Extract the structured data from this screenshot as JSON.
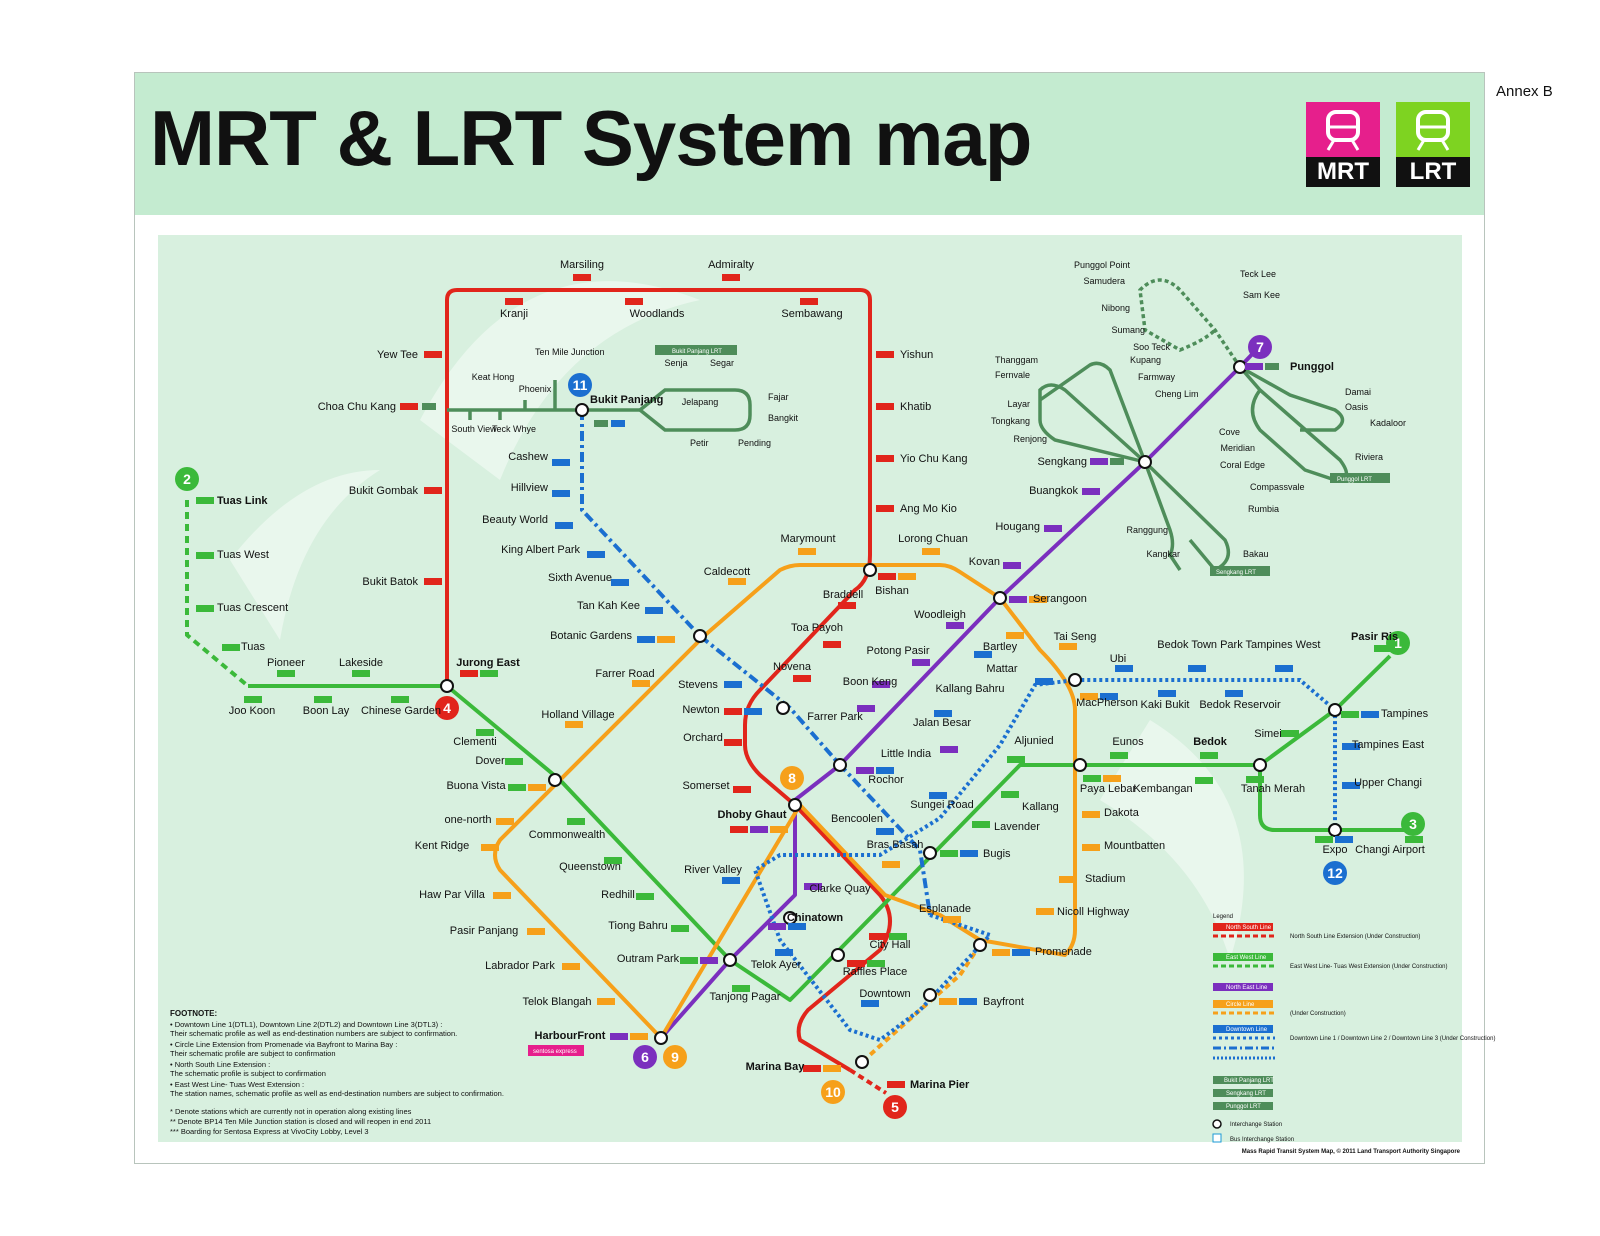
{
  "annex": "Annex B",
  "title": "MRT & LRT System map",
  "logos": {
    "mrt": "MRT",
    "lrt": "LRT"
  },
  "colors": {
    "ns": "#e1251b",
    "ew": "#3bb93a",
    "ne": "#7b2fbe",
    "cc": "#f6a01a",
    "dt": "#1b6fd0",
    "lrt": "#4e8d5a",
    "tel": "#9d5b1c",
    "pink": "#e61f8c",
    "lime": "#7ed321",
    "panel": "#d8f0df",
    "band": "#c4ebd0"
  },
  "line_numbers": [
    {
      "id": "n1",
      "label": "1",
      "color": "ew"
    },
    {
      "id": "n2",
      "label": "2",
      "color": "ew"
    },
    {
      "id": "n3",
      "label": "3",
      "color": "ew"
    },
    {
      "id": "n4",
      "label": "4",
      "color": "ns"
    },
    {
      "id": "n5",
      "label": "5",
      "color": "ns"
    },
    {
      "id": "n6",
      "label": "6",
      "color": "ne"
    },
    {
      "id": "n7",
      "label": "7",
      "color": "ne"
    },
    {
      "id": "n8",
      "label": "8",
      "color": "cc"
    },
    {
      "id": "n9",
      "label": "9",
      "color": "cc"
    },
    {
      "id": "n10",
      "label": "10",
      "color": "cc"
    },
    {
      "id": "n11",
      "label": "11",
      "color": "dt"
    },
    {
      "id": "n12",
      "label": "12",
      "color": "dt"
    }
  ],
  "stations": {
    "marsiling": "Marsiling",
    "admiralty": "Admiralty",
    "kranji": "Kranji",
    "woodlands": "Woodlands",
    "sembawang": "Sembawang",
    "yew_tee": "Yew Tee",
    "yishun": "Yishun",
    "khatib": "Khatib",
    "yio_chu_kang": "Yio Chu Kang",
    "ang_mo_kio": "Ang Mo Kio",
    "choa_chu_kang": "Choa Chu Kang",
    "bukit_gombak": "Bukit Gombak",
    "bukit_batok": "Bukit Batok",
    "ten_mile": "Ten Mile Junction",
    "keat_hong": "Keat Hong",
    "phoenix": "Phoenix",
    "south_view": "South View",
    "teck_whye": "Teck Whye",
    "bukit_panjang": "Bukit Panjang",
    "senja": "Senja",
    "segar": "Segar",
    "jelapang": "Jelapang",
    "fajar": "Fajar",
    "bangkit": "Bangkit",
    "petir": "Petir",
    "pending": "Pending",
    "bp_lrt": "Bukit Panjang LRT",
    "cashew": "Cashew",
    "hillview": "Hillview",
    "beauty_world": "Beauty World",
    "king_albert_park": "King Albert Park",
    "sixth_avenue": "Sixth Avenue",
    "tan_kah_kee": "Tan Kah Kee",
    "botanic_gardens": "Botanic Gardens",
    "stevens": "Stevens",
    "newton": "Newton",
    "orchard": "Orchard",
    "somerset": "Somerset",
    "dhoby_ghaut": "Dhoby Ghaut",
    "city_hall": "City Hall",
    "raffles_place": "Raffles Place",
    "marina_bay": "Marina Bay",
    "marina_pier": "Marina Pier",
    "marymount": "Marymount",
    "caldecott": "Caldecott",
    "braddell": "Braddell",
    "bishan": "Bishan",
    "lorong_chuan": "Lorong Chuan",
    "toa_payoh": "Toa Payoh",
    "novena": "Novena",
    "farrer_road": "Farrer Road",
    "holland_village": "Holland Village",
    "buona_vista": "Buona Vista",
    "one_north": "one-north",
    "kent_ridge": "Kent Ridge",
    "haw_par_villa": "Haw Par Villa",
    "pasir_panjang": "Pasir Panjang",
    "labrador_park": "Labrador Park",
    "telok_blangah": "Telok Blangah",
    "harbourfront": "HarbourFront",
    "sentosa": "sentosa express",
    "tuas_link": "Tuas Link",
    "tuas_west": "Tuas West",
    "tuas_crescent": "Tuas Crescent",
    "tuas": "Tuas",
    "pioneer": "Pioneer",
    "lakeside": "Lakeside",
    "joo_koon": "Joo Koon",
    "boon_lay": "Boon Lay",
    "chinese_garden": "Chinese Garden",
    "jurong_east": "Jurong East",
    "clementi": "Clementi",
    "dover": "Dover",
    "commonwealth": "Commonwealth",
    "queenstown": "Queenstown",
    "redhill": "Redhill",
    "tiong_bahru": "Tiong Bahru",
    "outram_park": "Outram Park",
    "tanjong_pagar": "Tanjong Pagar",
    "chinatown": "Chinatown",
    "clarke_quay": "Clarke Quay",
    "telok_ayer": "Telok Ayer",
    "river_valley": "River Valley",
    "downtown": "Downtown",
    "bayfront": "Bayfront",
    "esplanade": "Esplanade",
    "promenade": "Promenade",
    "nicoll_highway": "Nicoll Highway",
    "stadium": "Stadium",
    "mountbatten": "Mountbatten",
    "dakota": "Dakota",
    "paya_lebar": "Paya Lebar",
    "macpherson": "MacPherson",
    "tai_seng": "Tai Seng",
    "bartley": "Bartley",
    "serangoon": "Serangoon",
    "woodleigh": "Woodleigh",
    "potong_pasir": "Potong Pasir",
    "boon_keng": "Boon Keng",
    "farrer_park": "Farrer Park",
    "little_india": "Little India",
    "rochor": "Rochor",
    "bencoolen": "Bencoolen",
    "bras_basah": "Bras Basah",
    "bugis": "Bugis",
    "lavender": "Lavender",
    "kallang": "Kallang",
    "aljunied": "Aljunied",
    "eunos": "Eunos",
    "kembangan": "Kembangan",
    "bedok": "Bedok",
    "tanah_merah": "Tanah Merah",
    "simei": "Simei",
    "tampines": "Tampines",
    "pasir_ris": "Pasir Ris",
    "expo": "Expo",
    "changi_airport": "Changi Airport",
    "tampines_east": "Tampines East",
    "upper_changi": "Upper Changi",
    "tampines_west": "Tampines West",
    "bedok_reservoir": "Bedok Reservoir",
    "bedok_town_park": "Bedok Town Park",
    "kaki_bukit": "Kaki Bukit",
    "ubi": "Ubi",
    "mattar": "Mattar",
    "kallang_bahru": "Kallang Bahru",
    "jalan_besar": "Jalan Besar",
    "sungei_road": "Sungei Road",
    "kovan": "Kovan",
    "hougang": "Hougang",
    "buangkok": "Buangkok",
    "sengkang": "Sengkang",
    "punggol": "Punggol",
    "punggol_point": "Punggol Point",
    "samudera": "Samudera",
    "nibong": "Nibong",
    "sumang": "Sumang",
    "soo_teck": "Soo Teck",
    "teck_lee": "Teck Lee",
    "sam_kee": "Sam Kee",
    "damai": "Damai",
    "oasis": "Oasis",
    "kadaloor": "Kadaloor",
    "riviera": "Riviera",
    "coral_edge": "Coral Edge",
    "meridian": "Meridian",
    "cove": "Cove",
    "punggol_lrt": "Punggol LRT",
    "thanggam": "Thanggam",
    "fernvale": "Fernvale",
    "layar": "Layar",
    "tongkang": "Tongkang",
    "renjong": "Renjong",
    "kupang": "Kupang",
    "farmway": "Farmway",
    "cheng_lim": "Cheng Lim",
    "compassvale": "Compassvale",
    "rumbia": "Rumbia",
    "bakau": "Bakau",
    "kangkar": "Kangkar",
    "ranggung": "Ranggung",
    "sengkang_lrt": "Sengkang LRT"
  },
  "footnote": {
    "heading": "FOOTNOTE:",
    "lines": [
      "• Downtown Line 1(DTL1), Downtown Line 2(DTL2) and Downtown Line 3(DTL3) :",
      "   Their schematic profile as well as end-destination numbers are subject to confirmation.",
      "• Circle Line Extension from Promenade via Bayfront to Marina Bay :",
      "   Their schematic profile are subject to confirmation",
      "• North South Line Extension :",
      "   The schematic profile is subject to confirmation",
      "• East West Line- Tuas West Extension :",
      "   The station names, schematic profile as well as end-destination numbers are subject to confirmation.",
      "",
      "*  Denote stations which are currently not in operation along existing lines",
      "** Denote BP14 Ten Mile Junction station is closed and will reopen in end 2011",
      "*** Boarding for Sentosa Express at VivoCity Lobby, Level 3"
    ]
  },
  "legend": {
    "heading": "Legend",
    "rows": [
      {
        "label": "North South Line",
        "note": "North South Line Extension (Under Construction)",
        "color": "ns"
      },
      {
        "label": "East West Line",
        "note": "East West Line- Tuas West Extension (Under Construction)",
        "color": "ew"
      },
      {
        "label": "North East Line",
        "note": "",
        "color": "ne"
      },
      {
        "label": "Circle Line",
        "note": "(Under Construction)",
        "color": "cc"
      },
      {
        "label": "Downtown Line",
        "note": "Downtown Line 1 / Downtown Line 2 / Downtown Line 3 (Under Construction)",
        "color": "dt"
      },
      {
        "label": "Bukit Panjang LRT",
        "note": "",
        "color": "lrt"
      },
      {
        "label": "Sengkang LRT",
        "note": "",
        "color": "lrt"
      },
      {
        "label": "Punggol LRT",
        "note": "",
        "color": "lrt"
      }
    ],
    "interchange": "Interchange Station",
    "bus": "Bus Interchange Station"
  },
  "copyright": "Mass Rapid Transit System Map, © 2011 Land Transport Authority Singapore"
}
